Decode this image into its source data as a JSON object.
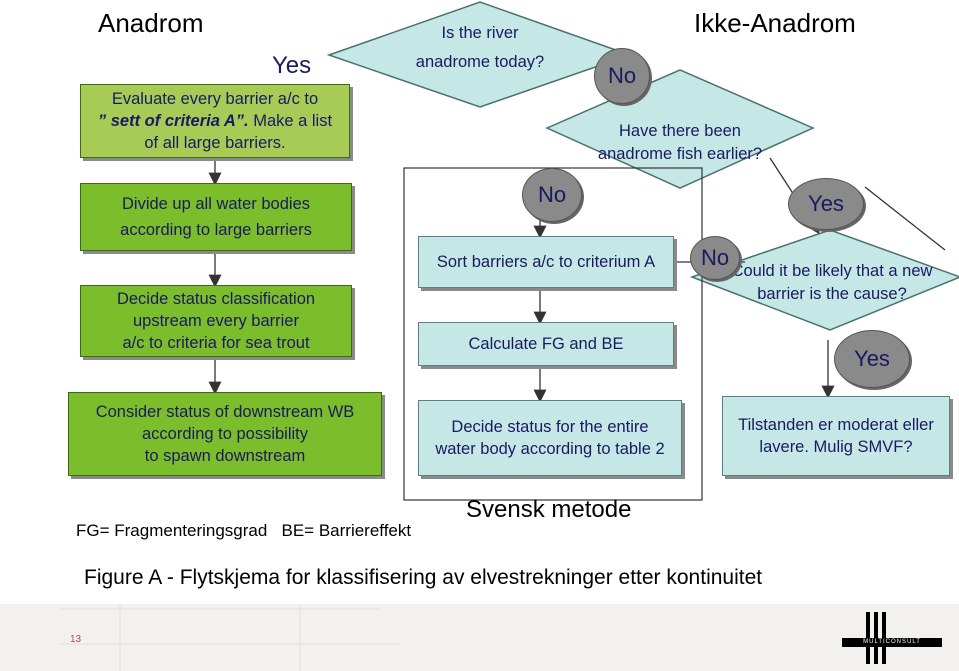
{
  "headers": {
    "left": "Anadrom",
    "right": "Ikke-Anadrom"
  },
  "decision_river": {
    "line1": "Is the river",
    "line2": "anadrome today?"
  },
  "decision_fish": {
    "line1": "Have there been",
    "line2": "anadrome fish earlier?"
  },
  "decision_barrier": {
    "line1": "Could it be likely that a new",
    "line2": "barrier is the cause?"
  },
  "labels": {
    "yes_top": "Yes",
    "no_top": "No",
    "no_middle": "No",
    "yes_right": "Yes",
    "no_right": "No",
    "yes_bottom": "Yes"
  },
  "boxes": {
    "evaluate": {
      "line1": "Evaluate every barrier a/c to",
      "line2_bold": "” sett of criteria A”.",
      "line2_rest": " Make a list",
      "line3": "of all large barriers."
    },
    "divide": {
      "line1": "Divide up all water bodies",
      "line2": "according to large barriers"
    },
    "status_upstream": {
      "line1": "Decide status classification",
      "line2": "upstream every barrier",
      "line3": "a/c to criteria for sea trout"
    },
    "consider": {
      "line1": "Consider status of downstream WB",
      "line2": "according to possibility",
      "line3": "to spawn downstream"
    },
    "sort": {
      "text": "Sort barriers a/c to criterium A"
    },
    "calculate": {
      "text": "Calculate FG and BE"
    },
    "decide_entire": {
      "line1": "Decide status for the entire",
      "line2": "water body according to table 2"
    },
    "tilstanden": {
      "line1": "Tilstanden er moderat eller",
      "line2": "lavere. Mulig SMVF?"
    }
  },
  "svensk_metode": "Svensk metode",
  "legend": "FG= Fragmenteringsgrad   BE= Barriereffekt",
  "caption": "Figure A  - Flytskjema for klassifisering av elvestrekninger etter kontinuitet",
  "footer": {
    "page_number": "13",
    "logo_text": "MULTICONSULT"
  },
  "colors": {
    "green": "#7bbd2a",
    "teal": "#c5e8e6",
    "circle": "#8a8a8a",
    "text": "#1a1a60"
  }
}
